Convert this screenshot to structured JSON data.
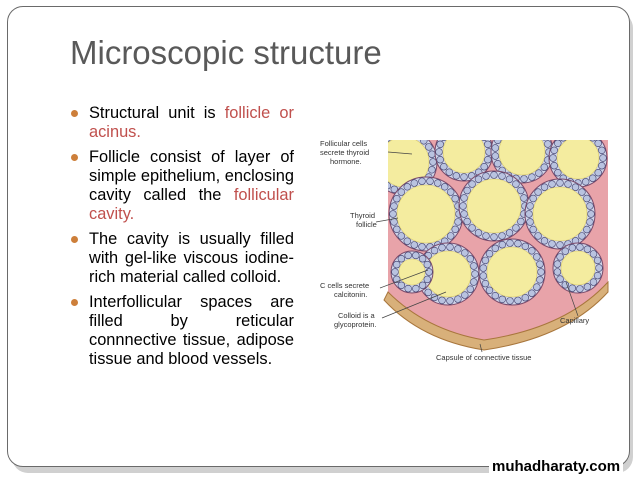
{
  "slide": {
    "title": "Microscopic structure",
    "bullets": [
      {
        "parts": [
          {
            "text": "Structural unit is ",
            "highlight": false
          },
          {
            "text": "follicle or acinus.",
            "highlight": true
          }
        ]
      },
      {
        "parts": [
          {
            "text": "Follicle consist of layer of simple epithelium, enclosing cavity called the ",
            "highlight": false
          },
          {
            "text": "follicular cavity.",
            "highlight": true
          }
        ]
      },
      {
        "parts": [
          {
            "text": "The cavity is usually filled with gel-like viscous iodine-rich material called colloid.",
            "highlight": false
          }
        ]
      },
      {
        "parts": [
          {
            "text": "Interfollicular spaces are filled by reticular connnective tissue, adipose tissue and blood vessels.",
            "highlight": false
          }
        ]
      }
    ],
    "highlight_color": "#c0504d",
    "bullet_color": "#cd7f3a"
  },
  "diagram": {
    "labels": {
      "follicular_cells": [
        "Follicular cells",
        "secrete thyroid",
        "hormone."
      ],
      "thyroid_follicle": [
        "Thyroid",
        "follicle"
      ],
      "c_cells": [
        "C cells secrete",
        "calcitonin."
      ],
      "colloid": [
        "Colloid is a",
        "glycoprotein."
      ],
      "capillary": [
        "Capillary"
      ],
      "capsule": [
        "Capsule of connective tissue"
      ]
    }
  },
  "watermark": "muhadharaty.com"
}
